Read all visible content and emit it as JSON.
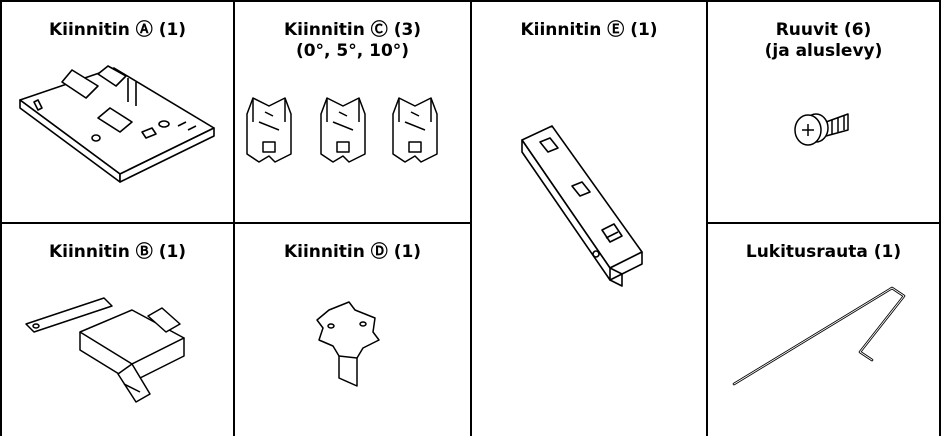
{
  "items": {
    "bracket_a": {
      "label": "Kiinnitin Ⓐ (1)"
    },
    "bracket_c": {
      "label": "Kiinnitin Ⓒ (3)\n(0°, 5°, 10°)"
    },
    "bracket_e": {
      "label": "Kiinnitin Ⓔ (1)"
    },
    "screws": {
      "label": "Ruuvit (6)\n(ja aluslevy)"
    },
    "bracket_b": {
      "label": "Kiinnitin Ⓑ (1)"
    },
    "bracket_d": {
      "label": "Kiinnitin Ⓓ (1)"
    },
    "locking_rod": {
      "label": "Lukitusrauta (1)"
    }
  }
}
